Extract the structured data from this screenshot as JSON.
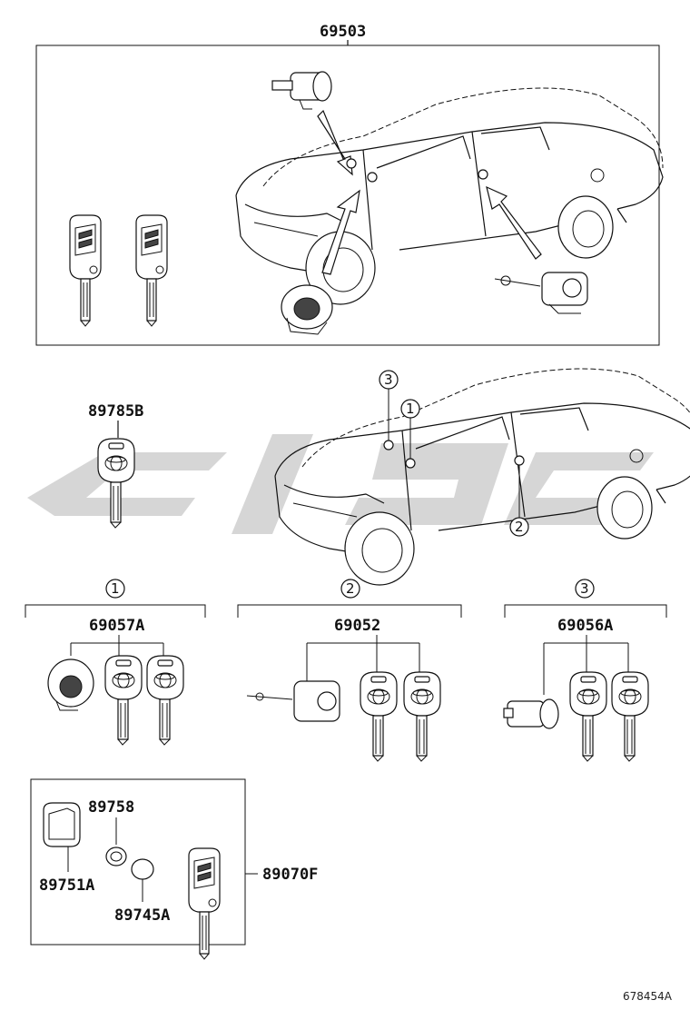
{
  "parts": {
    "cylinder_set_full": "69503",
    "transponder_key": "89785B",
    "set_1": "69057A",
    "set_2": "69052",
    "set_3": "69056A",
    "key_case": "89751A",
    "battery_cover": "89758",
    "battery": "89745A",
    "remote_key_assy": "89070F"
  },
  "callouts": {
    "one": "1",
    "two": "2",
    "three": "3"
  },
  "footer": {
    "diagram_id": "678454A"
  },
  "watermark": {
    "color": "#cfcfcf"
  }
}
